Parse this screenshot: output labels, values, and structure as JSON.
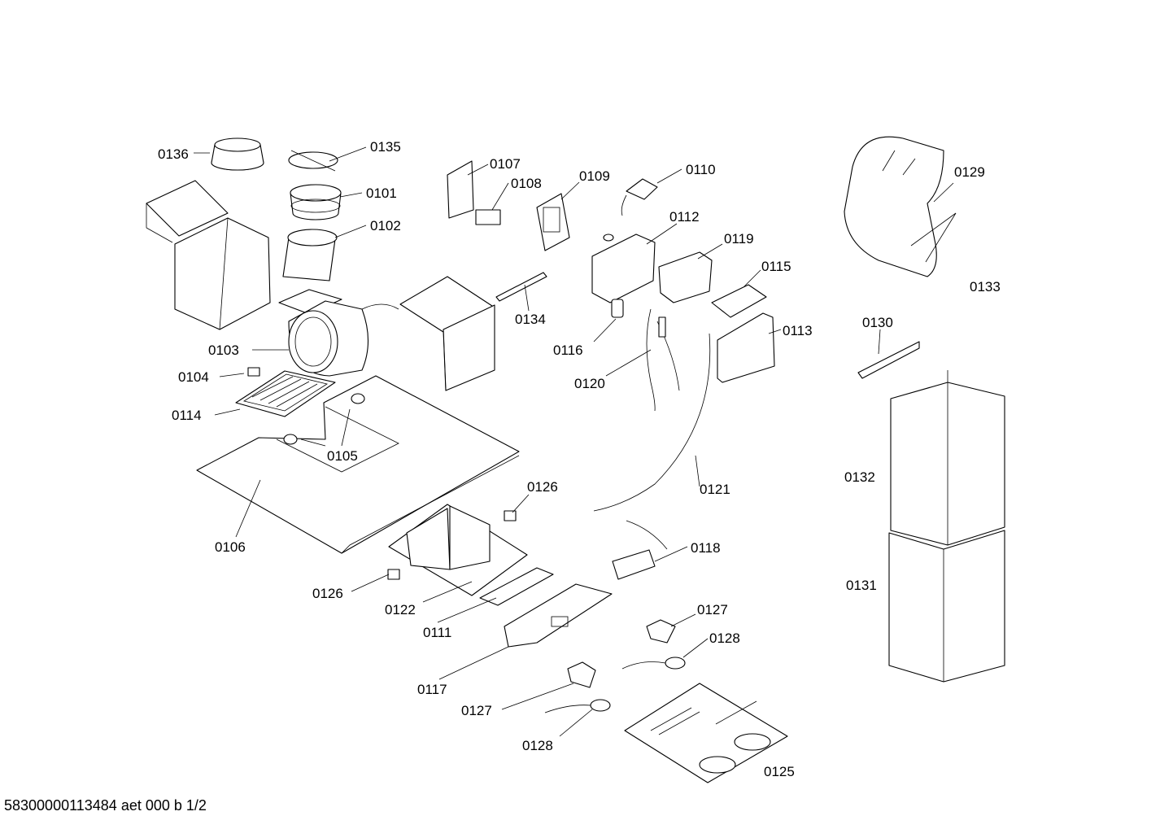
{
  "diagram": {
    "footer": "58300000113484 aet 000 b 1/2",
    "labels": {
      "0101": "0101",
      "0102": "0102",
      "0103": "0103",
      "0104": "0104",
      "0105": "0105",
      "0106": "0106",
      "0107": "0107",
      "0108": "0108",
      "0109": "0109",
      "0110": "0110",
      "0111": "0111",
      "0112": "0112",
      "0113": "0113",
      "0114": "0114",
      "0115": "0115",
      "0116": "0116",
      "0117": "0117",
      "0118": "0118",
      "0119": "0119",
      "0120": "0120",
      "0121": "0121",
      "0122": "0122",
      "0125": "0125",
      "0126a": "0126",
      "0126b": "0126",
      "0127a": "0127",
      "0127b": "0127",
      "0128a": "0128",
      "0128b": "0128",
      "0129": "0129",
      "0130": "0130",
      "0131": "0131",
      "0132": "0132",
      "0133": "0133",
      "0134": "0134",
      "0135": "0135",
      "0136": "0136"
    }
  }
}
